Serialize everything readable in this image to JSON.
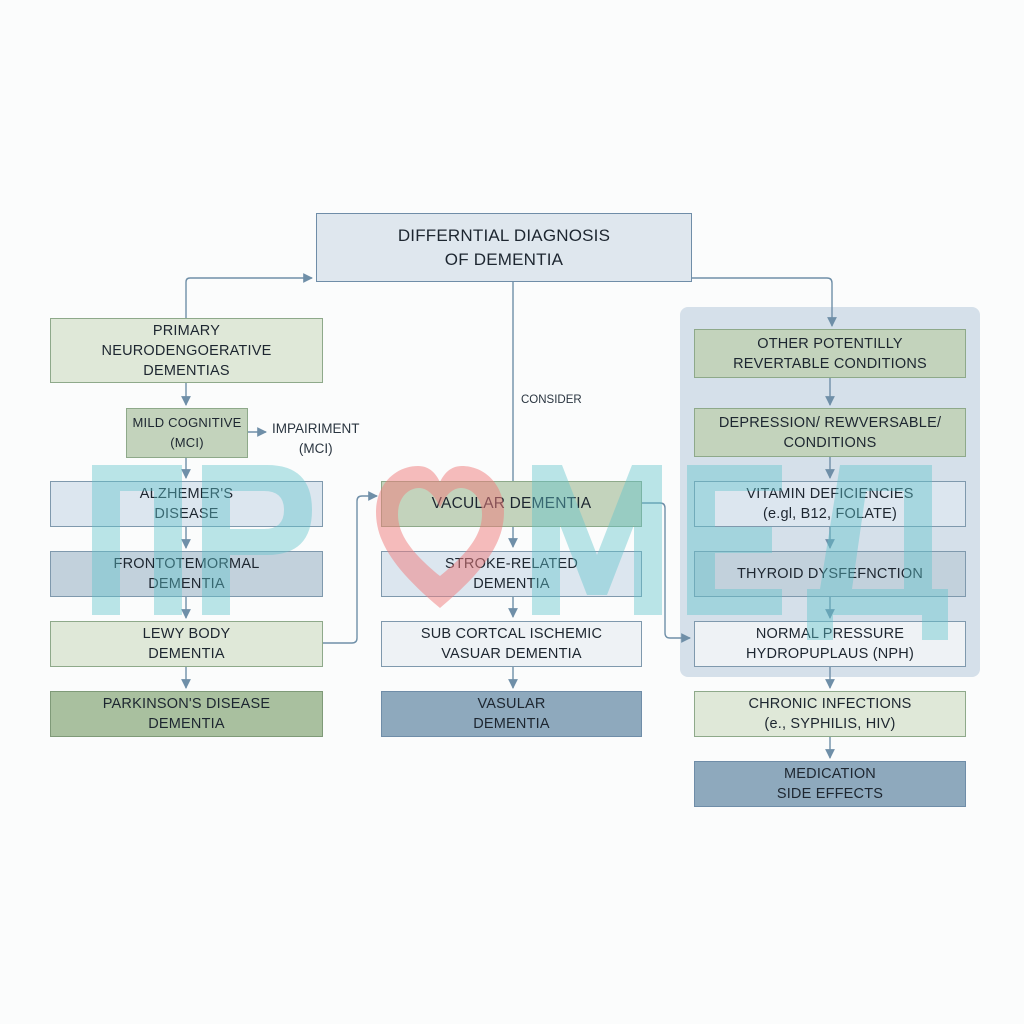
{
  "title": "DIFFERNTIAL DIAGNOSIS\nOF DEMENTIA",
  "labels": {
    "consider": "CONSIDER",
    "impairment": "IMPAIRIMENT\n(MCI)"
  },
  "left_column": [
    "PRIMARY\nNEURODENGOERATIVE\nDEMENTIAS",
    "MILD COGNITIVE\n(MCI)",
    "ALZHEMER'S\nDISEASE",
    "FRONTOTEMORMAL\nDEMENTIA",
    "LEWY BODY\nDEMENTIA",
    "PARKINSON'S DISEASE\nDEMENTIA"
  ],
  "middle_column": [
    "VACULAR DEMENTIA",
    "STROKE-RELATED\nDEMENTIA",
    "SUB CORTCAL ISCHEMIC\nVASUAR DEMENTIA",
    "VASULAR\nDEMENTIA"
  ],
  "right_column": [
    "OTHER POTENTILLY\nREVERTABLE CONDITIONS",
    "DEPRESSION/ REWVERSABLE/\nCONDITIONS",
    "VITAMIN DEFICIENCIES\n(e.gl, B12, FOLATE)",
    "THYROID DYSFEFNCTION",
    "NORMAL PRESSURE\nHYDROPUPLAUS (NPH)",
    "CHRONIC INFECTIONS\n(e., SYPHILIS, HIV)",
    "MEDICATION\nSIDE EFFECTS"
  ],
  "colors": {
    "green_light": "#dfe8d8",
    "green_mid": "#c3d3bc",
    "green_dark": "#a9c09f",
    "blue_light": "#dce6ef",
    "blue_mid": "#c2d1dc",
    "blue_dark": "#8ea9bd",
    "connector": "#6f8fa8",
    "watermark": "#5fc4cc",
    "heart": "#f07c7c"
  }
}
